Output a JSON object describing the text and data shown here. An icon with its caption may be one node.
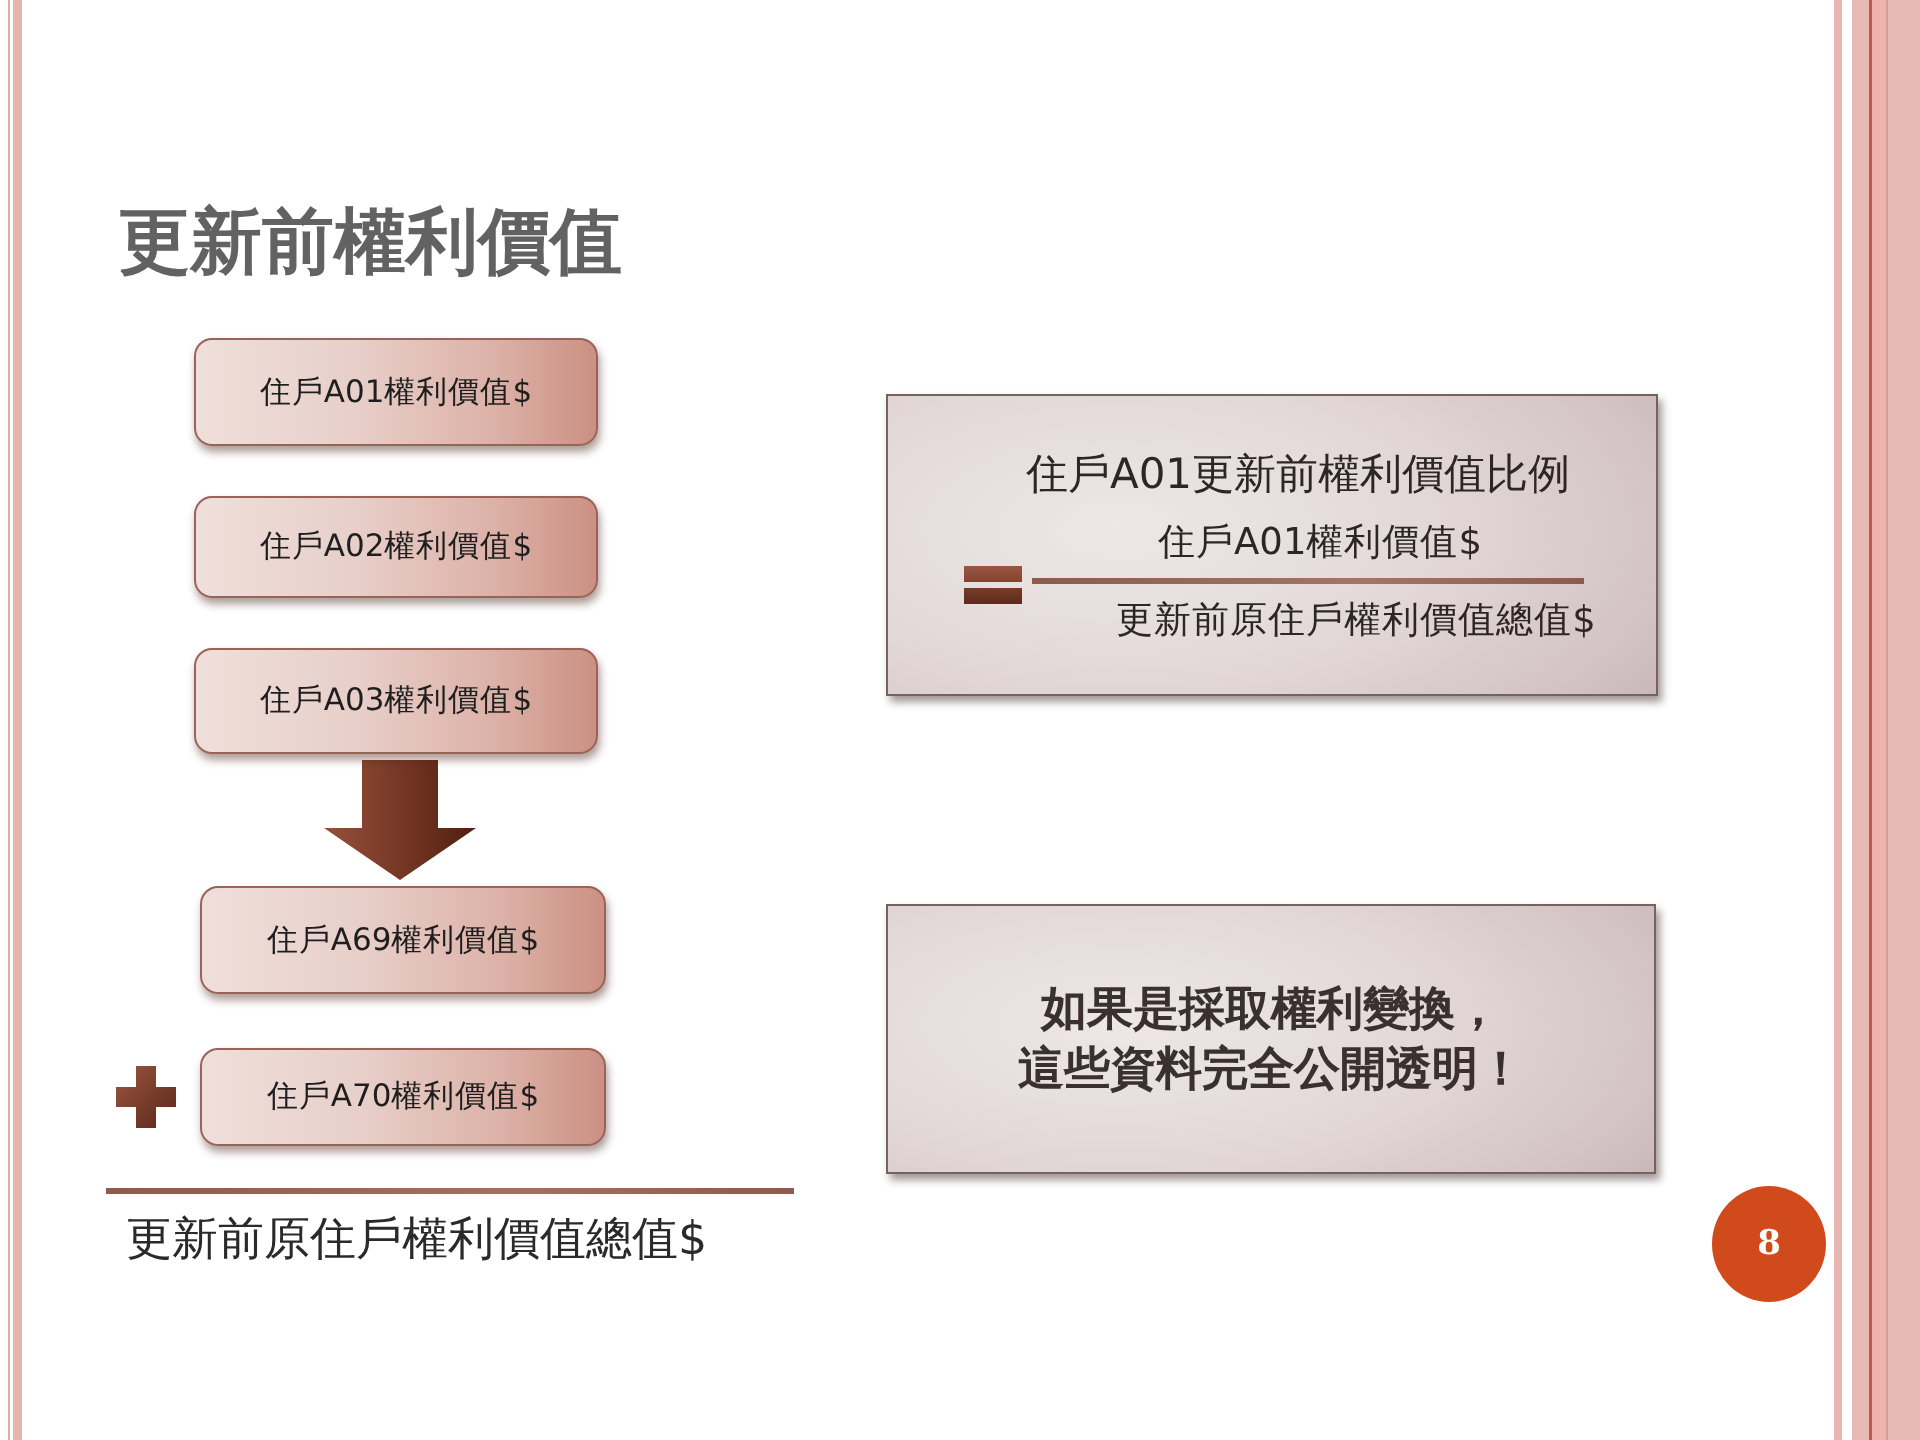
{
  "diagram": {
    "title": "更新前權利價值",
    "nodes": [
      {
        "text": [
          "住戶A01權利價值$"
        ]
      },
      {
        "text": [
          "住戶A02權利價值$"
        ]
      },
      {
        "text": [
          "住戶A03權利價值$"
        ]
      },
      {
        "text": [
          "住戶A69權利價值$"
        ]
      },
      {
        "text": [
          "住戶A70權利價值$"
        ]
      },
      {
        "text": [
          "住戶A01更新前權利價值比例",
          "住戶A01權利價值$",
          "更新前原住戶權利價值總值$"
        ]
      },
      {
        "text": [
          "如果是採取權利變換，這些資料完全公開透明！"
        ]
      },
      {
        "text": [
          "8"
        ]
      }
    ],
    "edges": [
      {
        "from": 2,
        "to": 3,
        "arrow": "to"
      }
    ],
    "labels": [
      "更新前原住戶權利價值總值$"
    ]
  }
}
